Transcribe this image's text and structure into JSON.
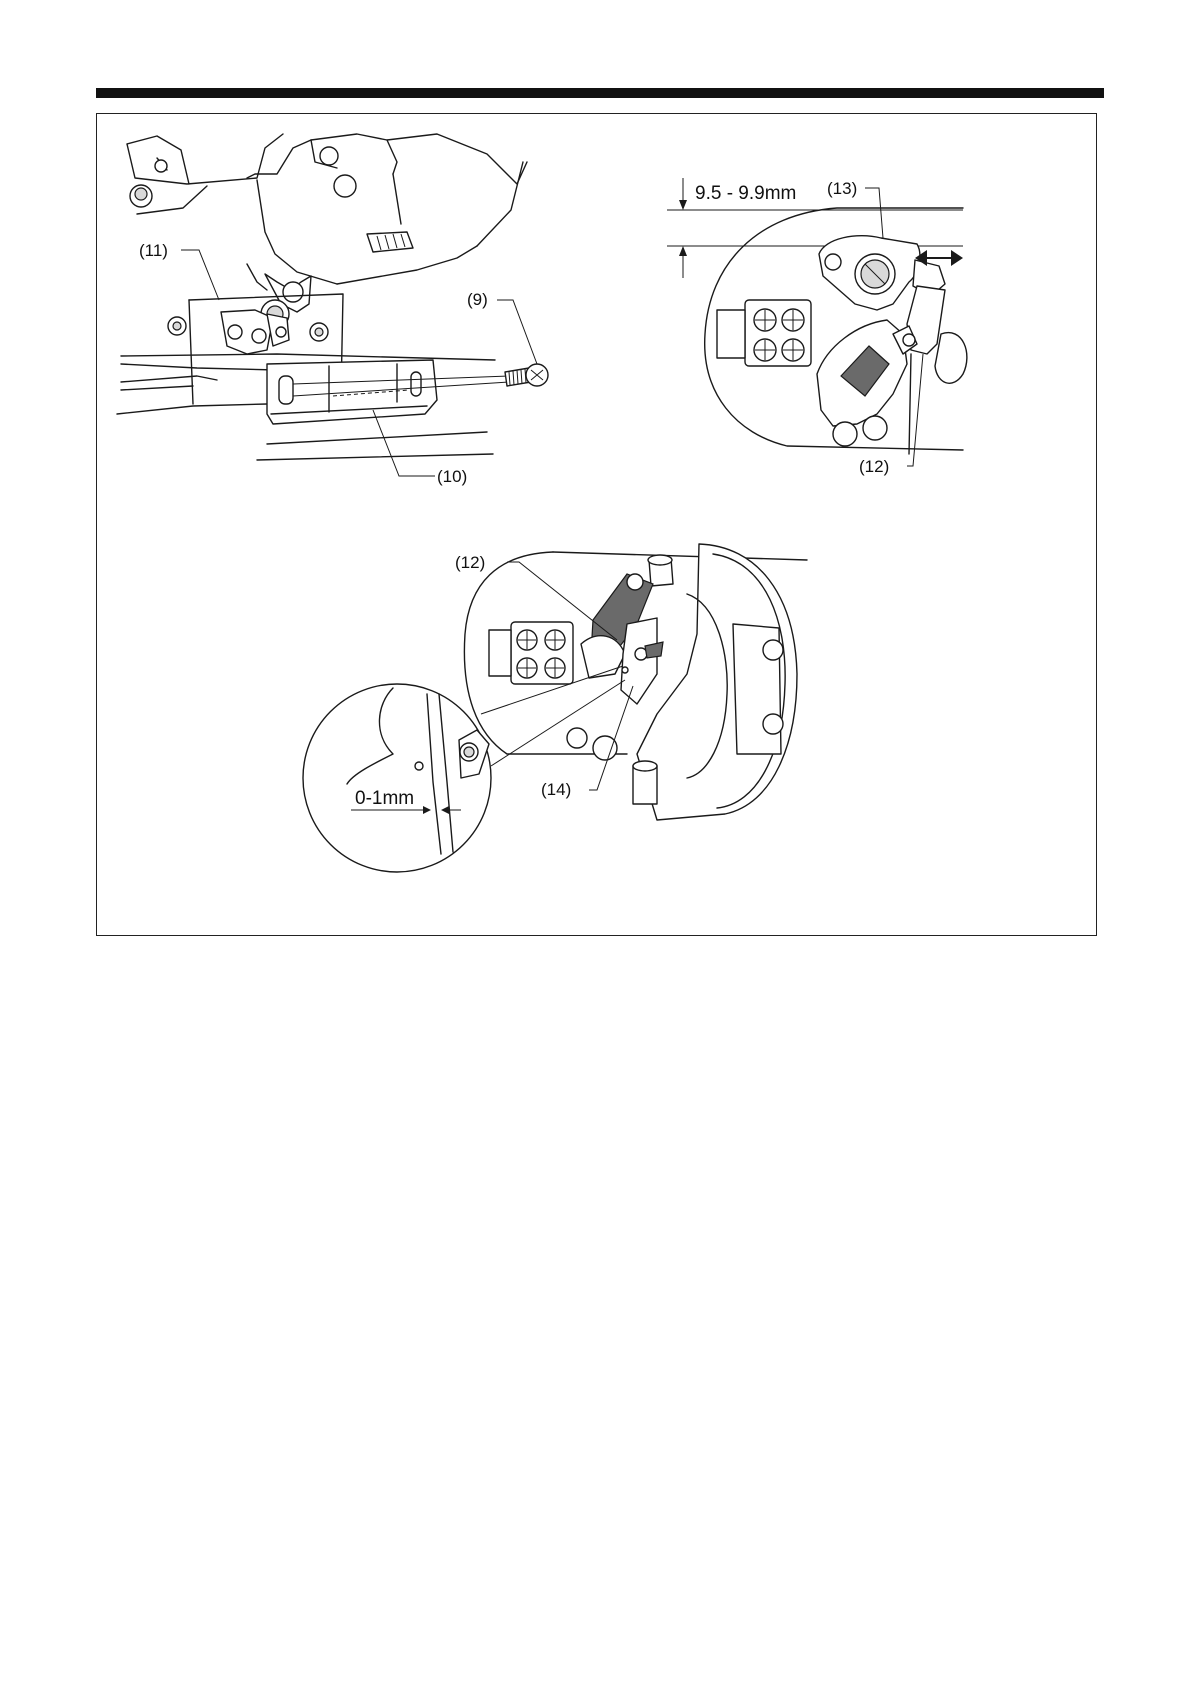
{
  "page": {
    "background": "#ffffff",
    "rule_color": "#111111"
  },
  "figure": {
    "top_left": {
      "callouts": {
        "c11": "(11)",
        "c9": "(9)",
        "c10": "(10)"
      }
    },
    "top_right": {
      "dimension": "9.5 - 9.9mm",
      "callouts": {
        "c13": "(13)",
        "c12": "(12)"
      },
      "arrow_icon": "double-arrow-horizontal"
    },
    "bottom": {
      "dimension": "0-1mm",
      "callouts": {
        "c12": "(12)",
        "c14": "(14)"
      }
    }
  }
}
